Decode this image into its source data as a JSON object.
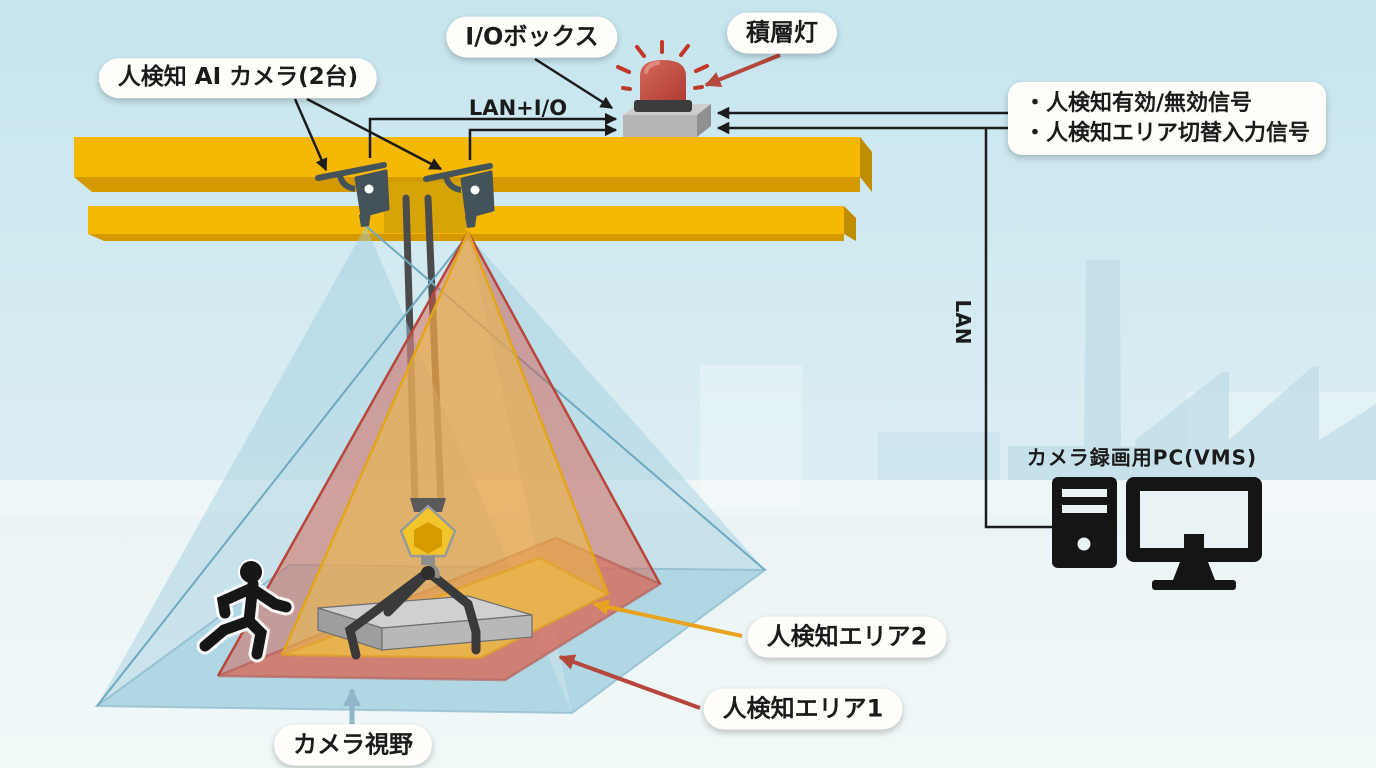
{
  "diagram": {
    "title_domain": "crane human-detection AI camera system diagram",
    "labels": {
      "ai_camera": "人検知 AI カメラ(2台)",
      "io_box": "I/Oボックス",
      "stack_light": "積層灯",
      "lan_io": "LAN+I/O",
      "signal_lines": [
        "・人検知有効/無効信号",
        "・人検知エリア切替入力信号"
      ],
      "lan": "LAN",
      "vms_pc": "カメラ録画用PC(VMS)",
      "detection_area_2": "人検知エリア2",
      "detection_area_1": "人検知エリア1",
      "camera_fov": "カメラ視野"
    },
    "colors": {
      "beam_yellow": "#f4b805",
      "beam_shade": "#d49a00",
      "camera_body": "#44535a",
      "cone_blue": "#9ecdde",
      "cone_blue_edge": "#6fa8bf",
      "area1_red": "#d5604f",
      "area1_edge": "#b5473c",
      "area2_yellow": "#eebe46",
      "area2_edge": "#e2a51a",
      "arrow_black": "#1c1c1c",
      "arrow_red": "#b5473c",
      "arrow_yellow": "#e8a41e",
      "arrow_blue": "#8fb7c9",
      "beacon_red": "#c24a40",
      "io_box_gray": "#b5b5b5",
      "label_bg": "#fffefa"
    }
  }
}
